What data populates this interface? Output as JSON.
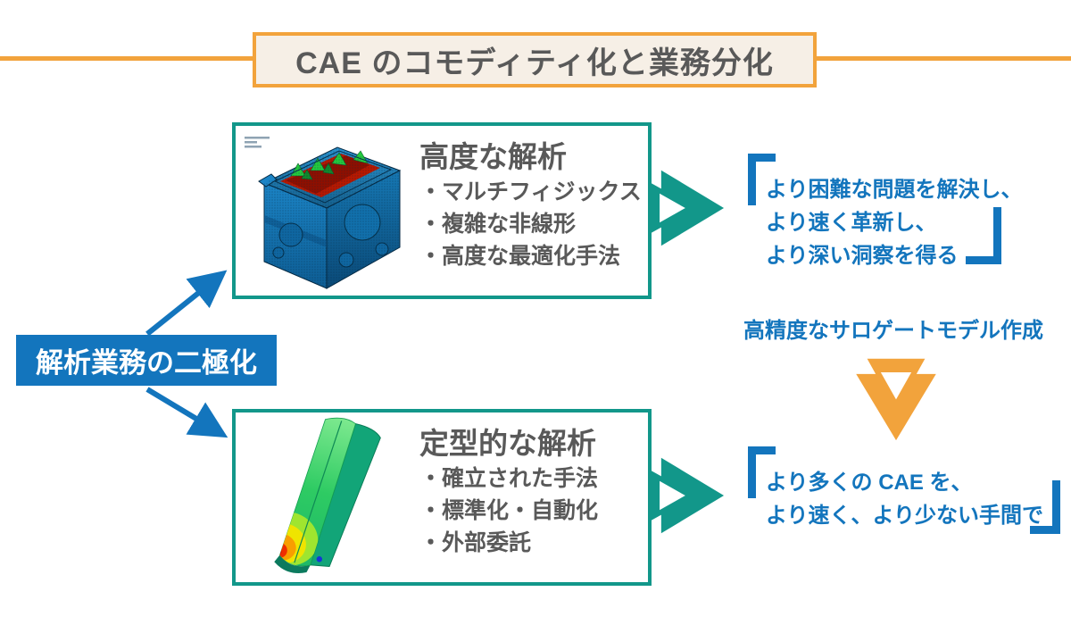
{
  "colors": {
    "orange": "#F2A33C",
    "teal": "#12978A",
    "blue": "#1375BD",
    "text_gray": "#595959",
    "title_bg": "#F6EFE6",
    "white": "#FFFFFF"
  },
  "title": "CAE のコモディティ化と業務分化",
  "left_label": "解析業務の二極化",
  "advanced_box": {
    "heading": "高度な解析",
    "bullets": [
      "・マルチフィジックス",
      "・複雑な非線形",
      "・高度な最適化手法"
    ],
    "image": "engine-block-fea-result"
  },
  "routine_box": {
    "heading": "定型的な解析",
    "bullets": [
      "・確立された手法",
      "・標準化・自動化",
      "・外部委託"
    ],
    "image": "blade-fea-result"
  },
  "advanced_quote": {
    "lines": [
      "より困難な問題を解決し、",
      "より速く革新し、",
      "より深い洞察を得る"
    ]
  },
  "routine_quote": {
    "lines": [
      "より多くの CAE を、",
      "より速く、より少ない手間で"
    ]
  },
  "surrogate_label": "高精度なサロゲートモデル作成",
  "icons": {
    "teal_right_arrow": "double-chevron-right",
    "orange_down_arrow": "double-chevron-down",
    "blue_diagonal_arrow": "line-arrow",
    "quote_marks": "corner-brackets"
  }
}
